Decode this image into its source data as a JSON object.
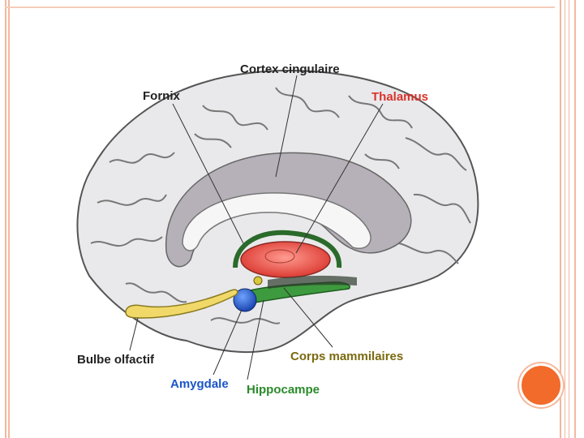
{
  "labels": {
    "cortex_cingulaire": "Cortex cingulaire",
    "fornix": "Fornix",
    "thalamus": "Thalamus",
    "bulbe_olfactif": "Bulbe olfactif",
    "corps_mammilaires": "Corps mammilaires",
    "amygdale": "Amygdale",
    "hippocampe": "Hippocampe"
  },
  "colors": {
    "thalamus": "#d9332b",
    "amygdale": "#1b55c8",
    "hippocampe": "#2a8a2a",
    "corps_mammilaires": "#7a6a10",
    "default_label": "#222222",
    "bulbe": "#f0d968",
    "accent": "#f26b2b"
  }
}
